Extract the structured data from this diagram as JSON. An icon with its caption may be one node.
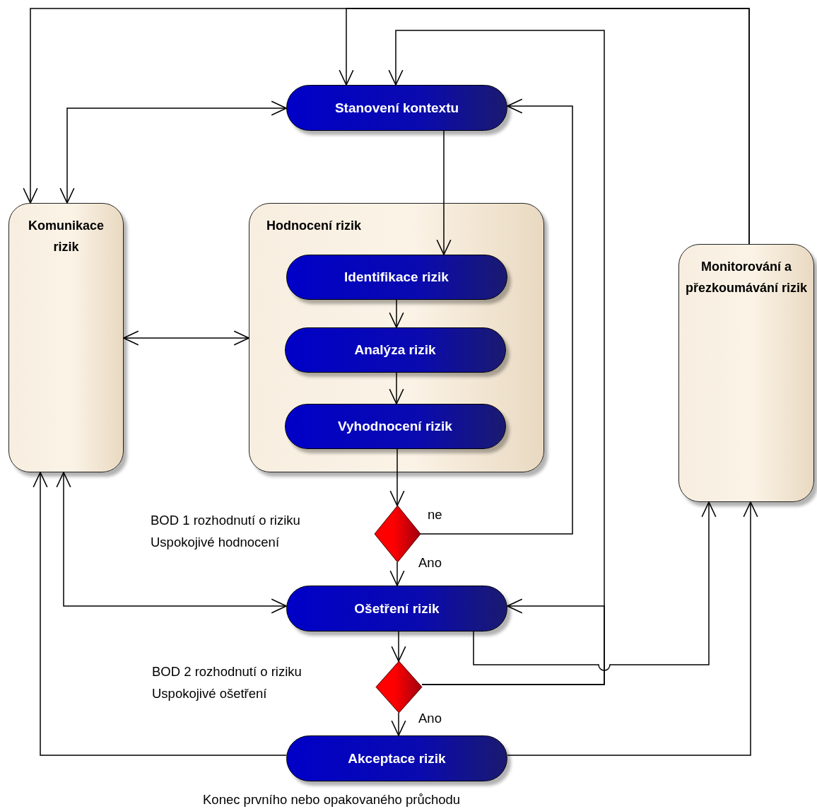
{
  "diagram": {
    "nodes": [
      {
        "text": [
          "Stanovení kontextu"
        ]
      },
      {
        "text": [
          "Komunikace rizik"
        ]
      },
      {
        "text": [
          "Hodnocení rizik"
        ]
      },
      {
        "text": [
          "Identifikace rizik"
        ],
        "in": 2
      },
      {
        "text": [
          "Analýza rizik"
        ],
        "in": 2
      },
      {
        "text": [
          "Vyhodnocení rizik"
        ],
        "in": 2
      },
      {
        "text": [
          "Monitorování a přezkoumávání rizik"
        ]
      },
      {
        "text": [],
        "shape": "diamond",
        "beside": [
          "BOD 1 rozhodnutí o riziku",
          "Uspokojivé hodnocení"
        ]
      },
      {
        "text": [
          "Ošetření rizik"
        ]
      },
      {
        "text": [],
        "shape": "diamond",
        "beside": [
          "BOD 2 rozhodnutí o riziku",
          "Uspokojivé ošetření"
        ]
      },
      {
        "text": [
          "Akceptace rizik"
        ],
        "beside": [
          "Konec prvního nebo opakovaného průchodu"
        ]
      }
    ],
    "edges": [
      {
        "from": 6,
        "to": 1,
        "arrow": "to"
      },
      {
        "from": 6,
        "to": 0,
        "arrow": "to"
      },
      {
        "from": 9,
        "to": 0,
        "arrow": "to"
      },
      {
        "from": 9,
        "to": 8,
        "arrow": "to"
      },
      {
        "from": 1,
        "to": 0,
        "arrow": "both"
      },
      {
        "from": 0,
        "to": 3,
        "arrow": "to"
      },
      {
        "from": 3,
        "to": 4,
        "arrow": "to"
      },
      {
        "from": 4,
        "to": 5,
        "arrow": "to"
      },
      {
        "from": 1,
        "to": 2,
        "arrow": "both"
      },
      {
        "from": 5,
        "to": 7,
        "arrow": "to"
      },
      {
        "from": 7,
        "to": 0,
        "arrow": "to",
        "label": "ne"
      },
      {
        "from": 7,
        "to": 8,
        "arrow": "to",
        "label": "Ano"
      },
      {
        "from": 1,
        "to": 8,
        "arrow": "both"
      },
      {
        "from": 8,
        "to": 9,
        "arrow": "to"
      },
      {
        "from": 8,
        "to": 6,
        "arrow": "to"
      },
      {
        "from": 9,
        "to": 10,
        "arrow": "to",
        "label": "Ano"
      },
      {
        "from": 10,
        "to": 1,
        "arrow": "to"
      },
      {
        "from": 10,
        "to": 6,
        "arrow": "to"
      }
    ]
  }
}
